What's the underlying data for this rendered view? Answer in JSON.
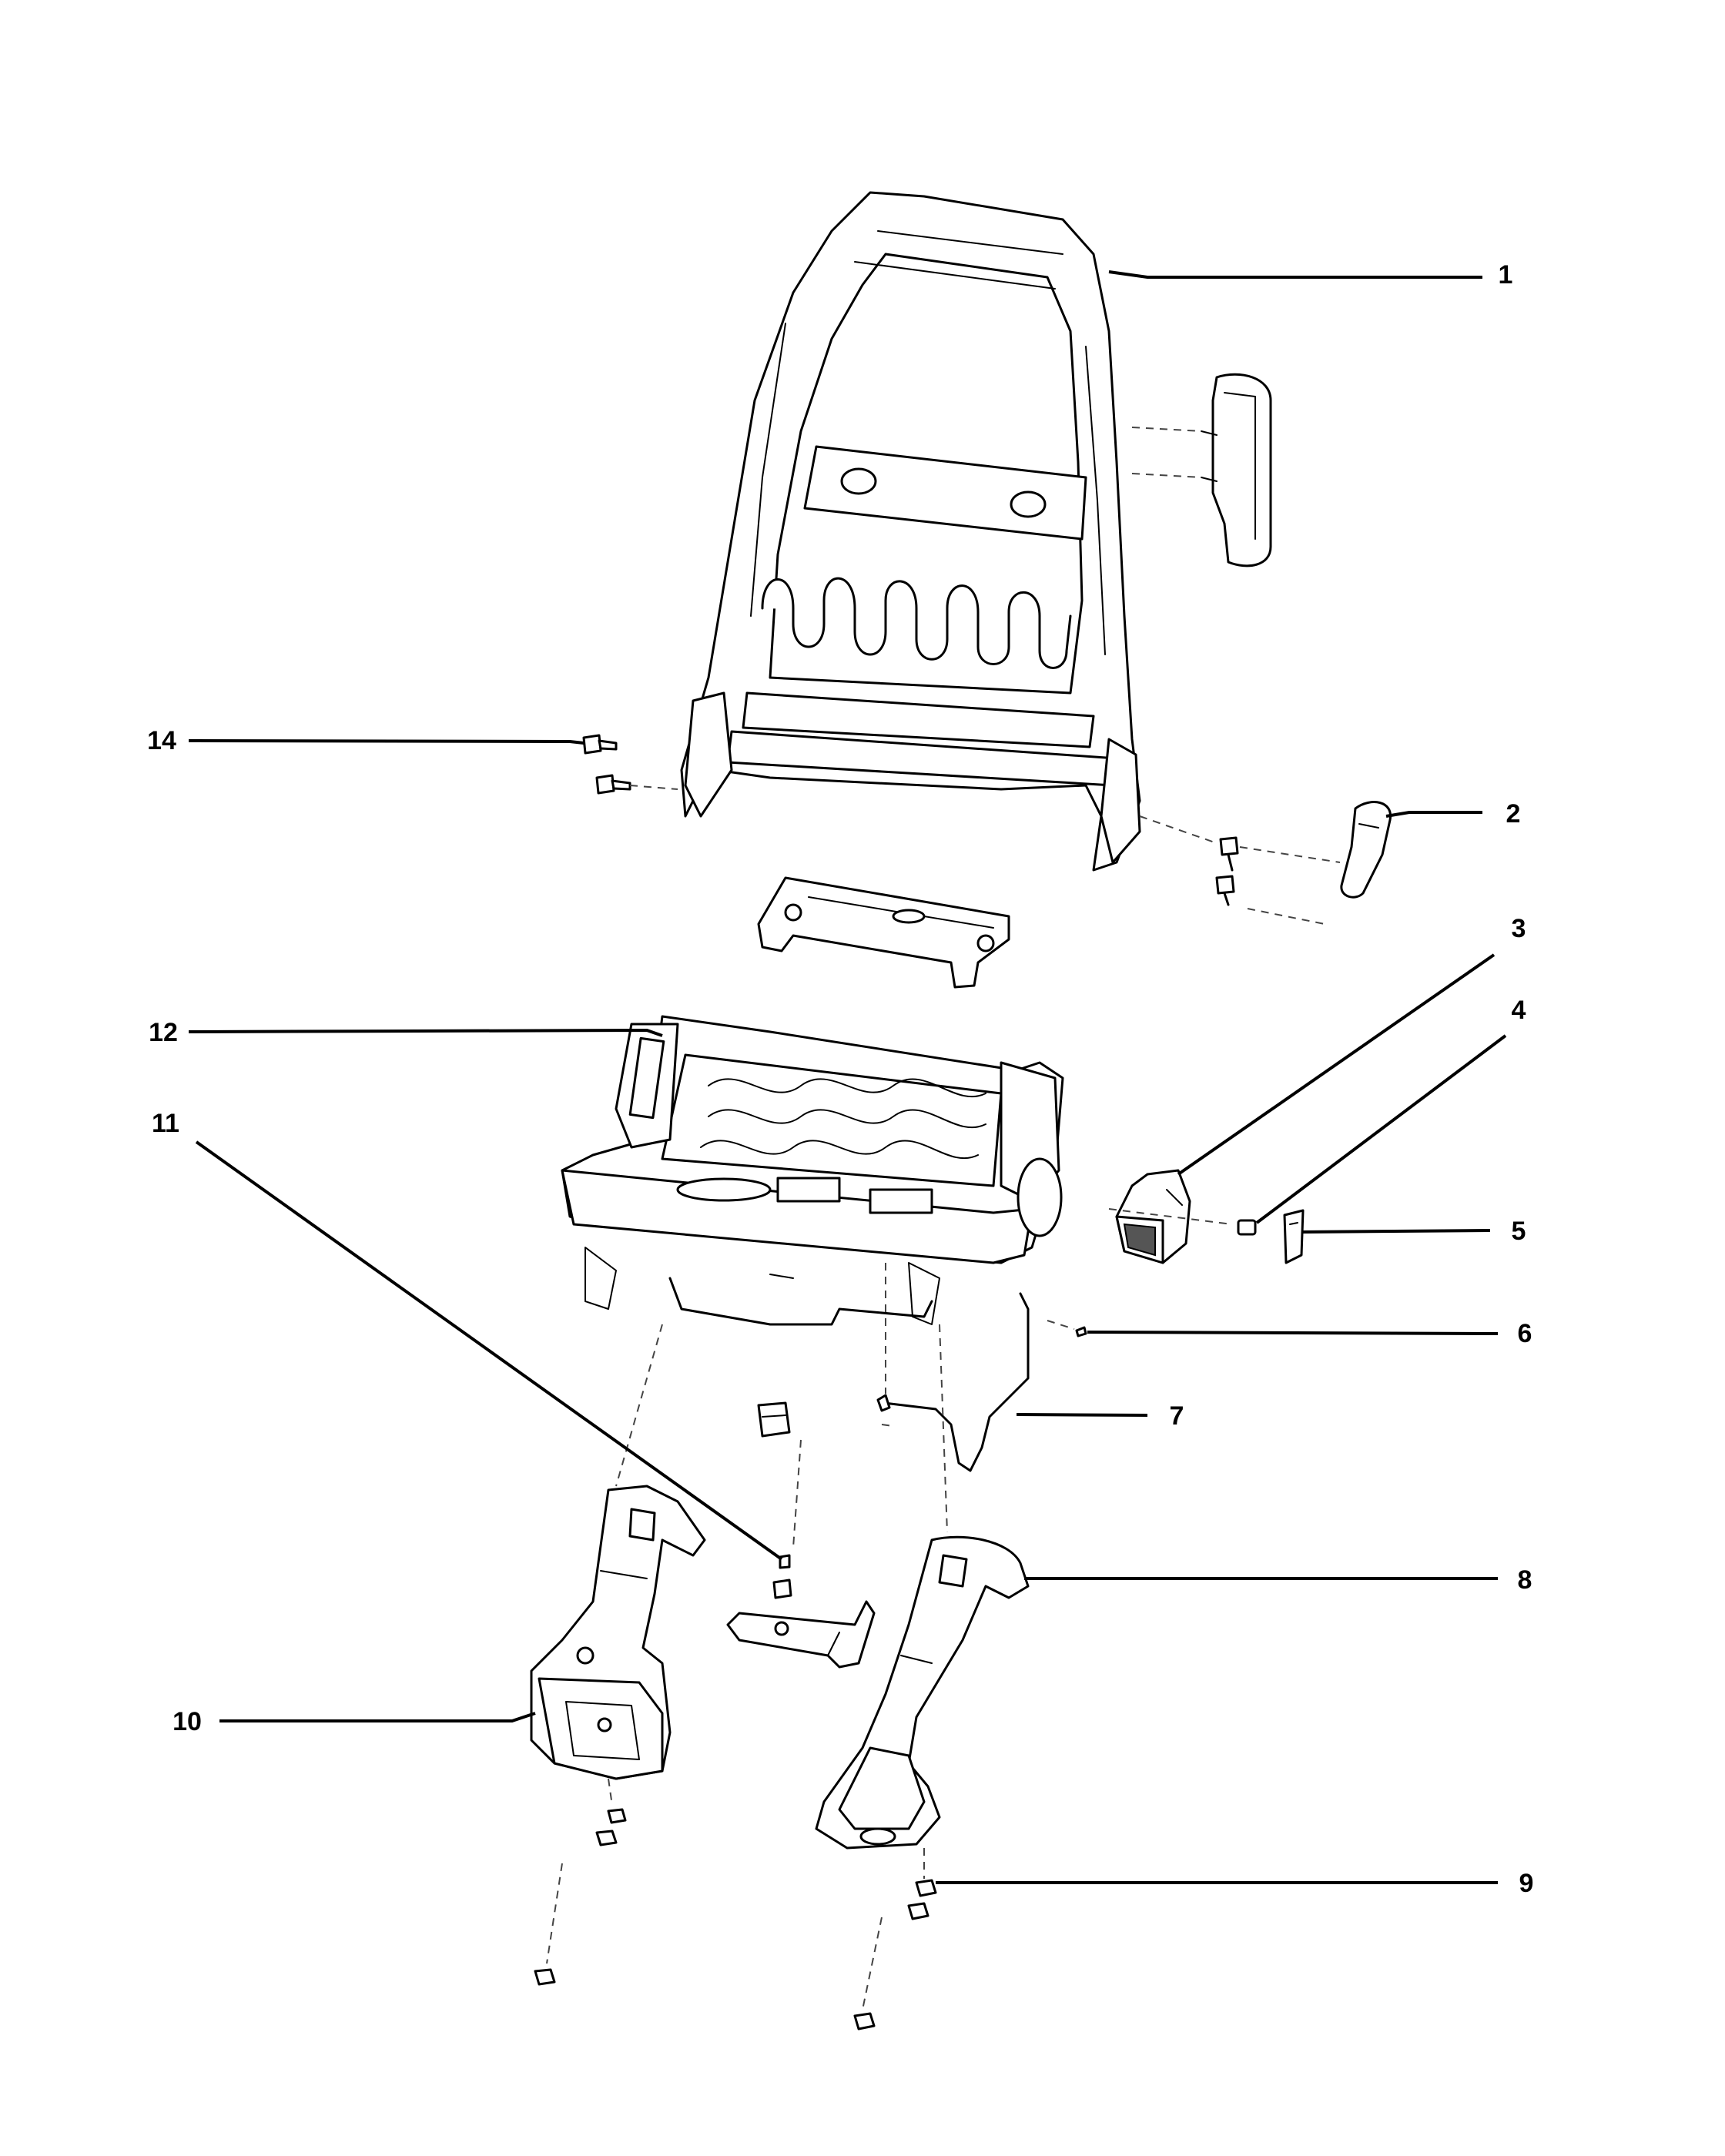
{
  "callouts": [
    {
      "id": "1",
      "label": "1"
    },
    {
      "id": "2",
      "label": "2"
    },
    {
      "id": "3",
      "label": "3"
    },
    {
      "id": "4",
      "label": "4"
    },
    {
      "id": "5",
      "label": "5"
    },
    {
      "id": "6",
      "label": "6"
    },
    {
      "id": "7",
      "label": "7"
    },
    {
      "id": "8",
      "label": "8"
    },
    {
      "id": "9",
      "label": "9"
    },
    {
      "id": "10",
      "label": "10"
    },
    {
      "id": "11",
      "label": "11"
    },
    {
      "id": "12",
      "label": "12"
    },
    {
      "id": "14",
      "label": "14"
    }
  ]
}
